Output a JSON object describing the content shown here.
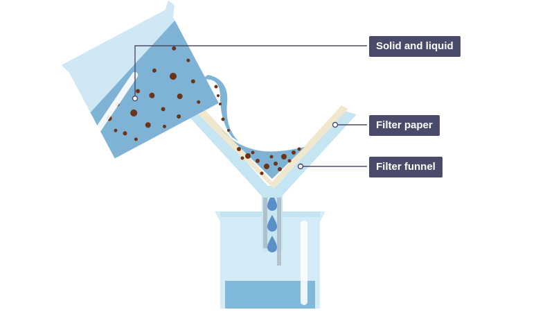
{
  "labels": {
    "solid_and_liquid": "Solid and liquid",
    "filter_paper": "Filter paper",
    "filter_funnel": "Filter funnel"
  },
  "colors": {
    "label_bg": "#4a4a6a",
    "glass": "#cde9f5",
    "glass_edge": "#bfe3f2",
    "liquid": "#7fb3d6",
    "particles": "#6b3318",
    "filter_paper": "#efe8cf",
    "leader_line": "#4a4a6a"
  }
}
